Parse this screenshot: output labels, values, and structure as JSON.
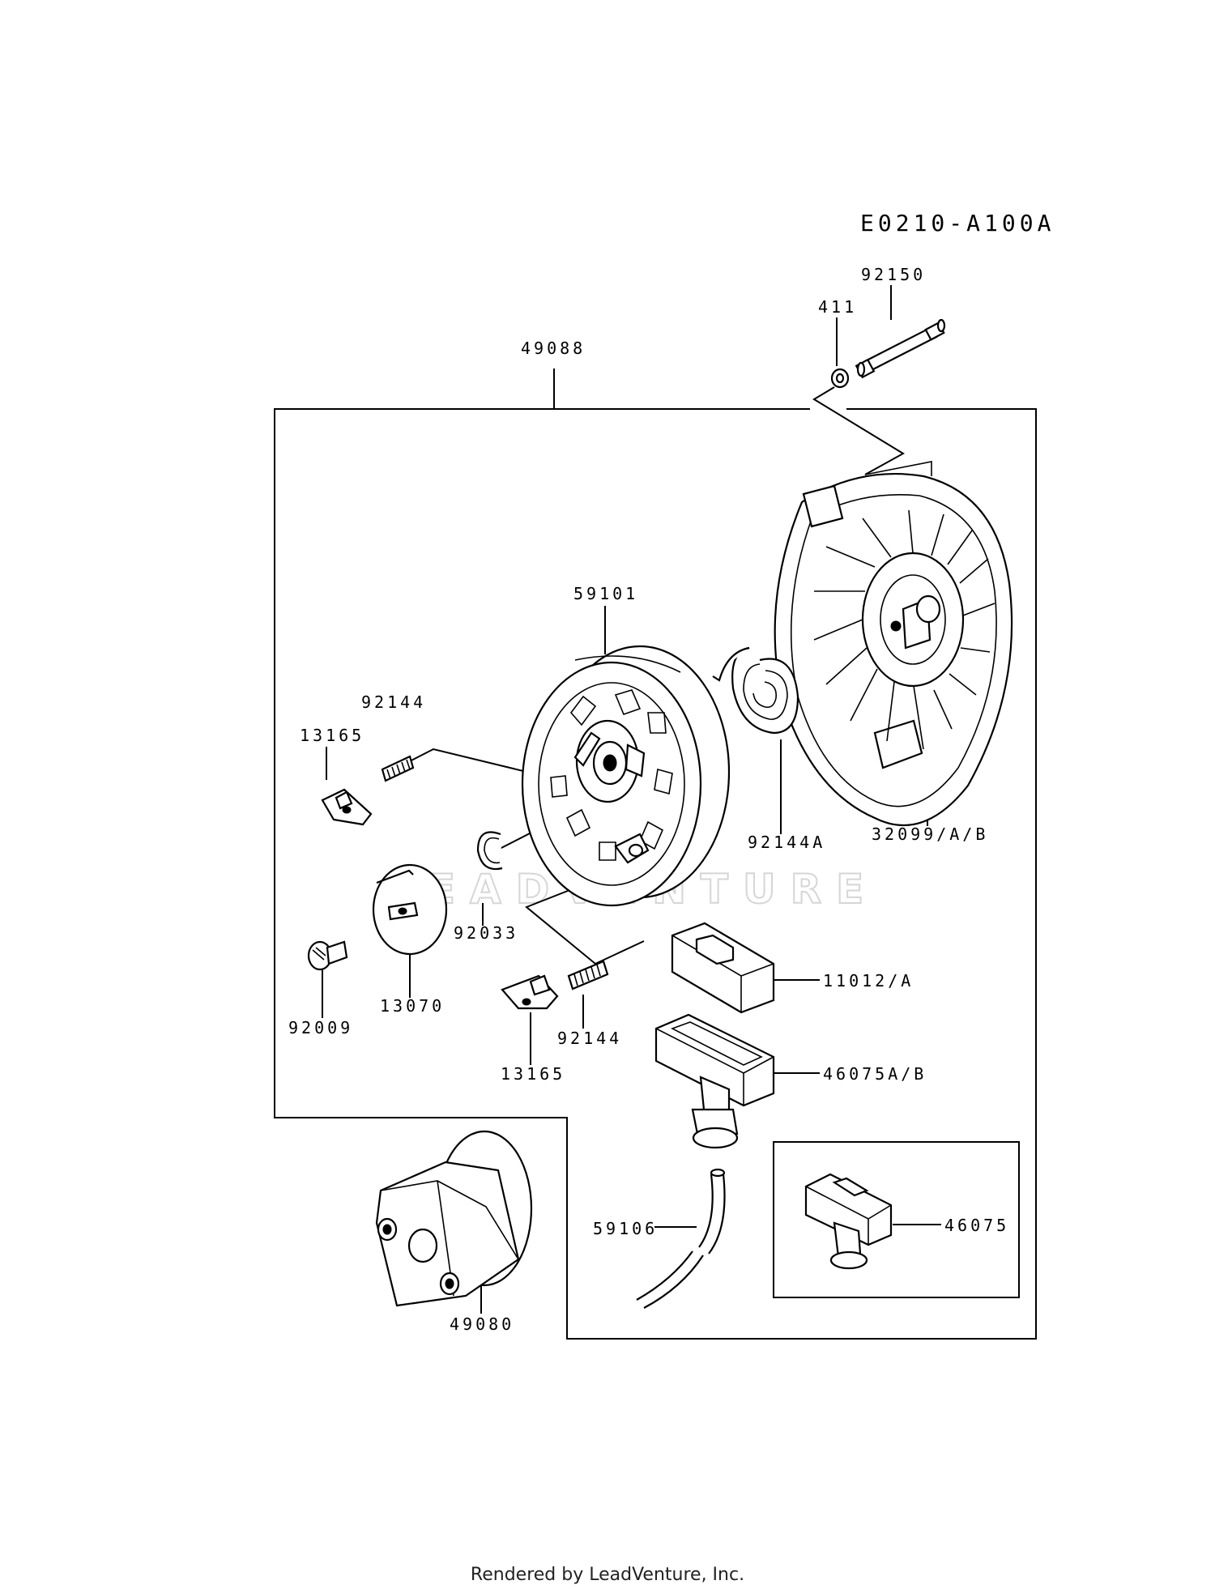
{
  "diagram": {
    "code": "E0210-A100A",
    "watermark": "LEADVENTURE",
    "labels": {
      "p92150": "92150",
      "p411": "411",
      "p49088": "49088",
      "p59101": "59101",
      "p92144_top": "92144",
      "p13165_top": "13165",
      "p92144A": "92144A",
      "p32099": "32099/A/B",
      "p92033": "92033",
      "p11012": "11012/A",
      "p92009": "92009",
      "p13070": "13070",
      "p92144_bottom": "92144",
      "p13165_bottom": "13165",
      "p46075AB": "46075A/B",
      "p46075": "46075",
      "p59106": "59106",
      "p49080": "49080"
    }
  },
  "footer": {
    "text": "Rendered by LeadVenture, Inc."
  }
}
